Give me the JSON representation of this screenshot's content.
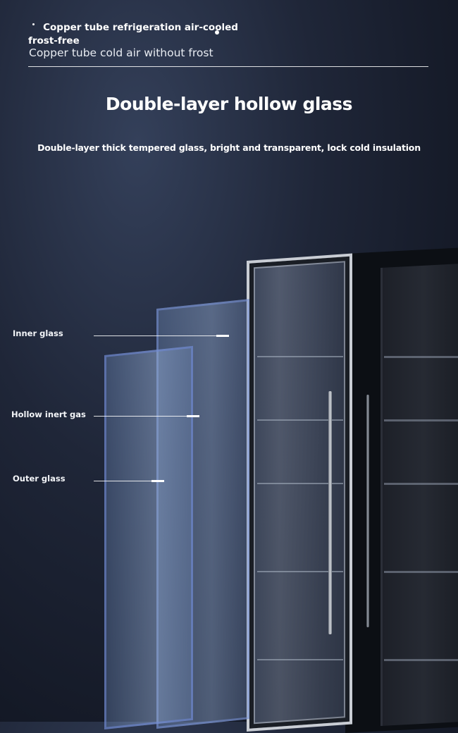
{
  "header": {
    "title": "Copper tube refrigeration air-cooled frost-free",
    "subtitle": "Copper tube cold air without frost"
  },
  "feature": {
    "title": "Double-layer hollow glass",
    "description": "Double-layer thick tempered glass, bright and transparent, lock cold insulation"
  },
  "labels": {
    "inner": "Inner glass",
    "hollow": "Hollow inert gas",
    "outer": "Outer glass"
  }
}
